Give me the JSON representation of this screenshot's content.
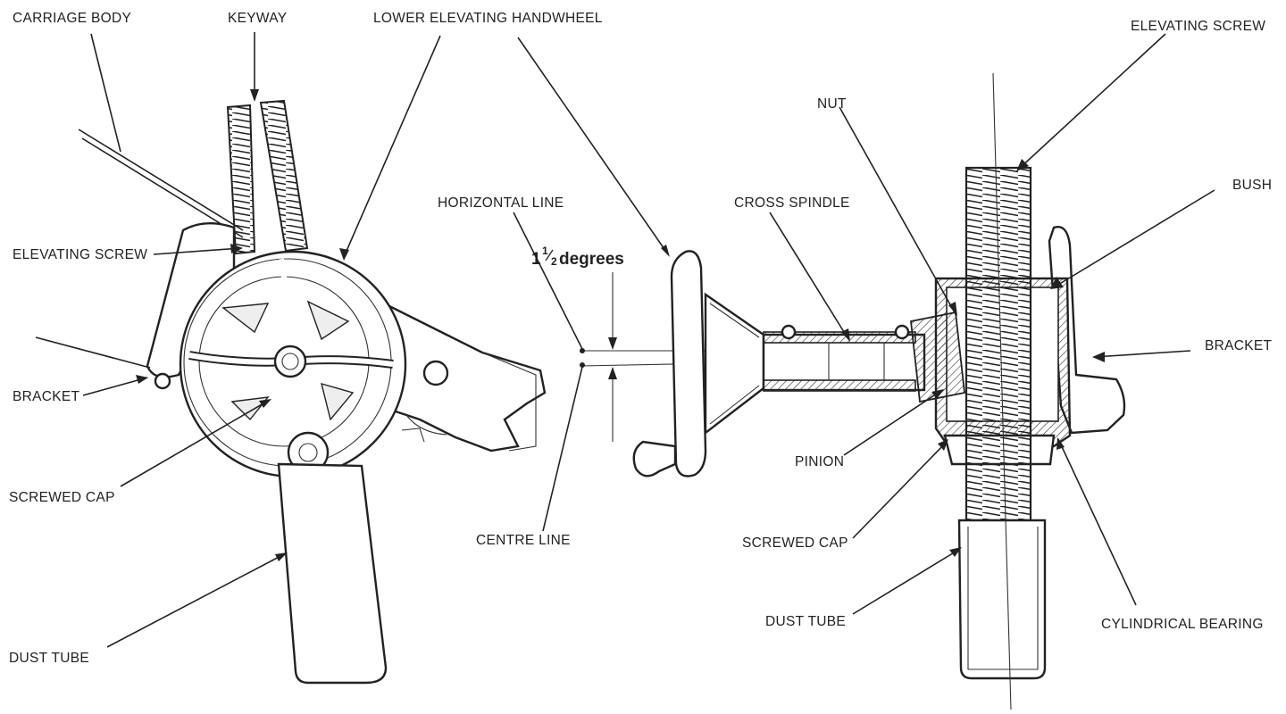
{
  "labels": {
    "carriage_body": "CARRIAGE BODY",
    "keyway": "KEYWAY",
    "lower_elevating_handwheel": "LOWER ELEVATING HANDWHEEL",
    "elevating_screw_left": "ELEVATING SCREW",
    "bracket_left": "BRACKET",
    "screwed_cap_left": "SCREWED CAP",
    "dust_tube_left": "DUST TUBE",
    "horizontal_line": "HORIZONTAL LINE",
    "centre_line": "CENTRE LINE",
    "degrees_whole": "1",
    "degrees_frac_num": "1",
    "degrees_frac_den": "2",
    "degrees_unit": "degrees",
    "cross_spindle": "CROSS SPINDLE",
    "nut": "NUT",
    "elevating_screw_right": "ELEVATING SCREW",
    "bush": "BUSH",
    "bracket_right": "BRACKET",
    "pinion": "PINION",
    "screwed_cap_right": "SCREWED CAP",
    "dust_tube_right": "DUST TUBE",
    "cylindrical_bearing": "CYLINDRICAL BEARING"
  },
  "colors": {
    "ink": "#222222",
    "paper": "#ffffff",
    "shade": "#d9d9d9"
  }
}
